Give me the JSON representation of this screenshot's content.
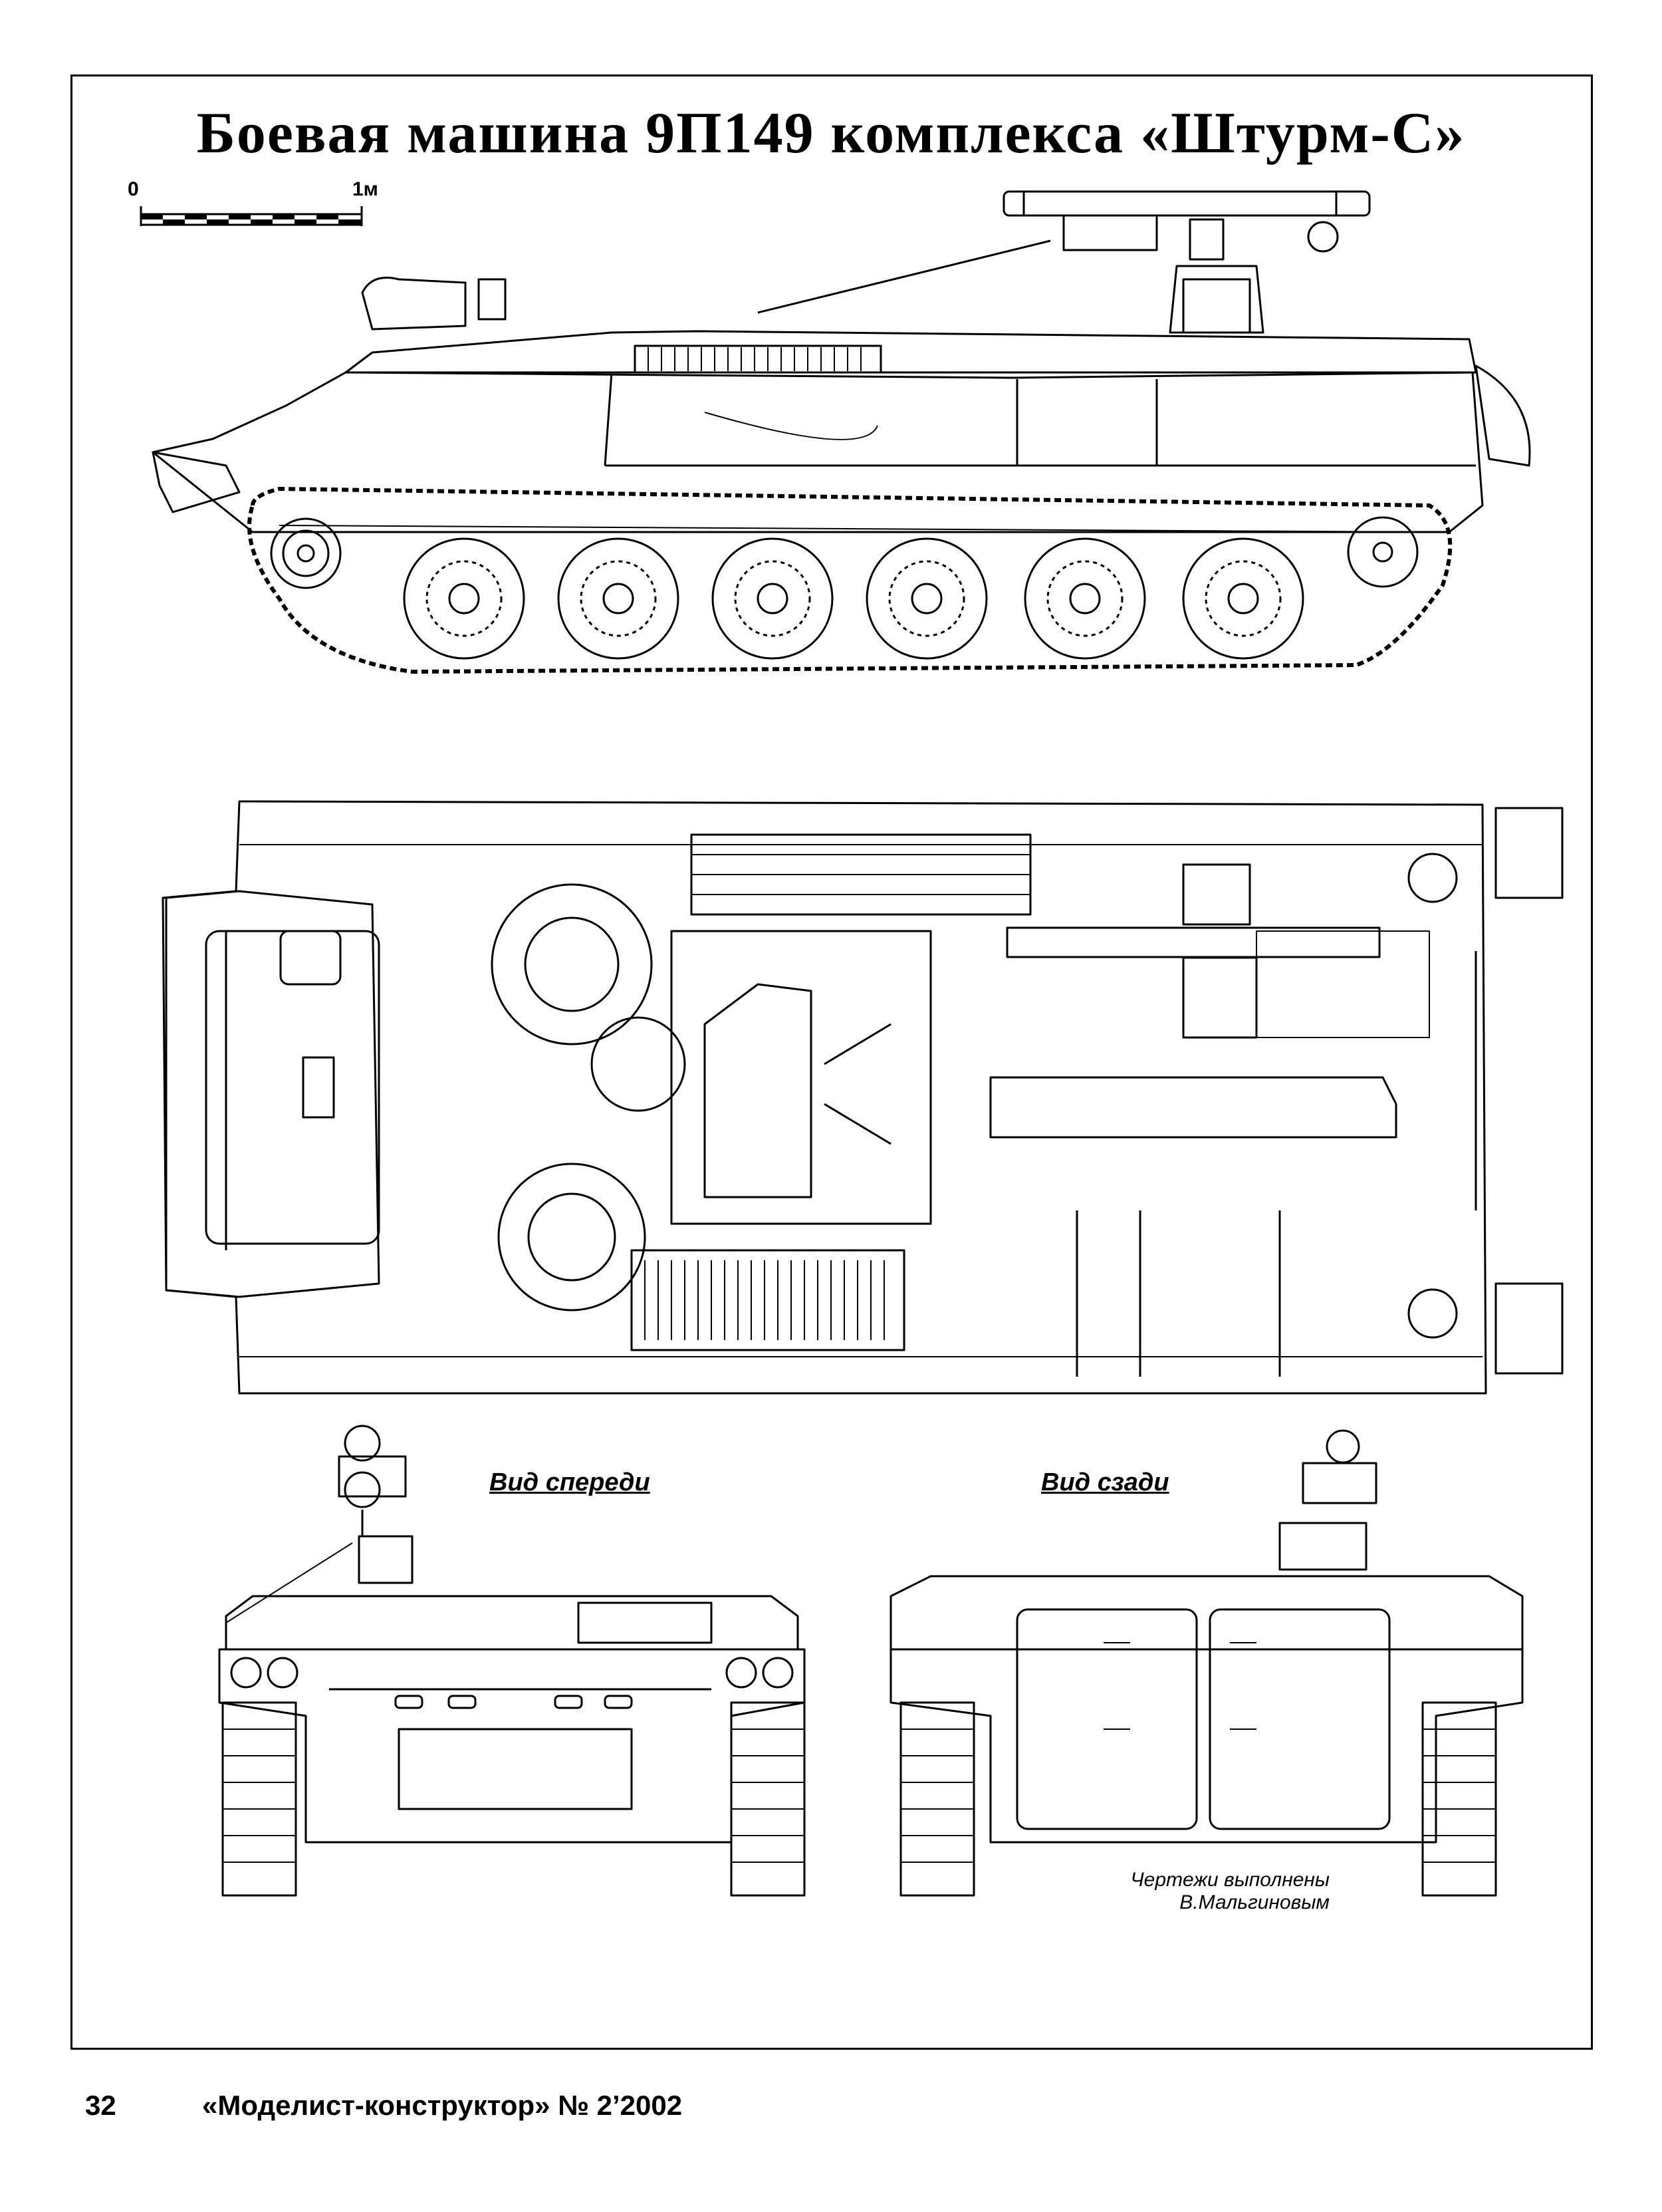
{
  "title": "Боевая машина 9П149 комплекса «Штурм-С»",
  "scale_bar": {
    "start_label": "0",
    "end_label": "1м"
  },
  "views": {
    "front_label": "Вид спереди",
    "rear_label": "Вид сзади"
  },
  "credit": {
    "line1": "Чертежи выполнены",
    "line2": "В.Мальгиновым"
  },
  "footer": {
    "page_number": "32",
    "publication": "«Моделист-конструктор» № 2’2002"
  },
  "colors": {
    "ink": "#000000",
    "paper": "#ffffff"
  }
}
